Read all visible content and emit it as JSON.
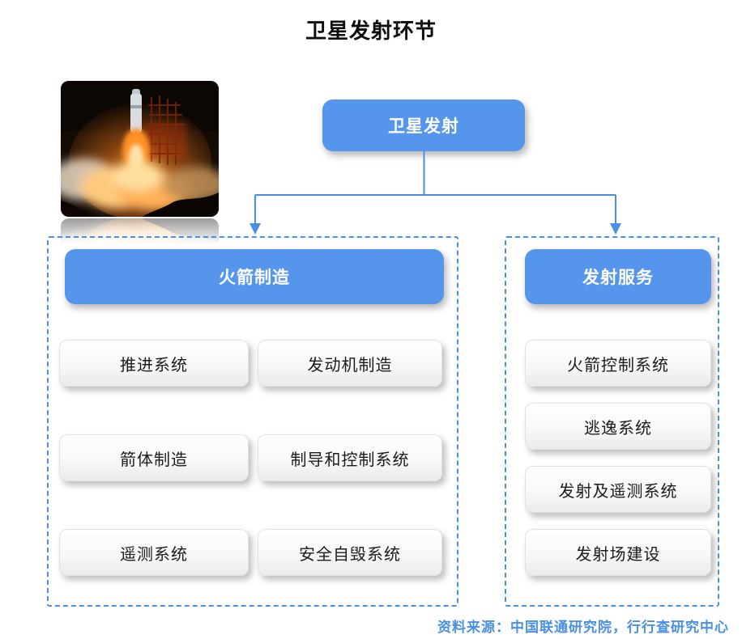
{
  "title": "卫星发射环节",
  "root_node": {
    "label": "卫星发射"
  },
  "photo": {
    "name": "rocket-launch-photo"
  },
  "branches": [
    {
      "header": "火箭制造",
      "items": [
        "推进系统",
        "发动机制造",
        "箭体制造",
        "制导和控制系统",
        "遥测系统",
        "安全自毁系统"
      ]
    },
    {
      "header": "发射服务",
      "items": [
        "火箭控制系统",
        "逃逸系统",
        "发射及遥测系统",
        "发射场建设"
      ]
    }
  ],
  "footer": {
    "source_text": "资料来源：中国联通研究院，行行查研究中心"
  },
  "colors": {
    "accent_blue": "#5596EC",
    "connector_blue": "#4A90E2",
    "footer_blue": "#4A90E2"
  }
}
